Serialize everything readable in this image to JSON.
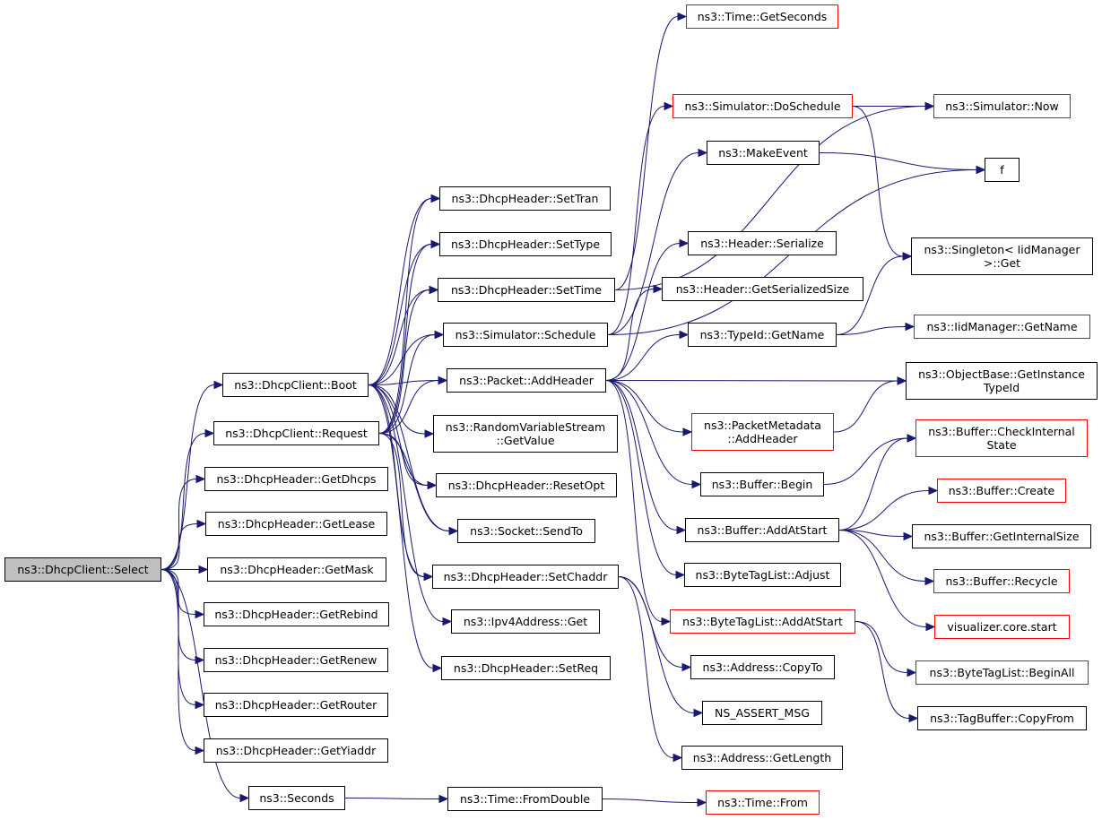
{
  "colors": {
    "edge": "#191970",
    "border": "#000000",
    "border_truncated": "#ff0000",
    "root_fill": "#bfbfbf"
  },
  "nodes": [
    {
      "id": "select",
      "label": "ns3::DhcpClient::Select"
    },
    {
      "id": "boot",
      "label": "ns3::DhcpClient::Boot"
    },
    {
      "id": "request",
      "label": "ns3::DhcpClient::Request"
    },
    {
      "id": "getdhcps",
      "label": "ns3::DhcpHeader::GetDhcps"
    },
    {
      "id": "getlease",
      "label": "ns3::DhcpHeader::GetLease"
    },
    {
      "id": "getmask",
      "label": "ns3::DhcpHeader::GetMask"
    },
    {
      "id": "getrebind",
      "label": "ns3::DhcpHeader::GetRebind"
    },
    {
      "id": "getrenew",
      "label": "ns3::DhcpHeader::GetRenew"
    },
    {
      "id": "getrouter",
      "label": "ns3::DhcpHeader::GetRouter"
    },
    {
      "id": "getyiaddr",
      "label": "ns3::DhcpHeader::GetYiaddr"
    },
    {
      "id": "seconds",
      "label": "ns3::Seconds"
    },
    {
      "id": "settran",
      "label": "ns3::DhcpHeader::SetTran"
    },
    {
      "id": "settype",
      "label": "ns3::DhcpHeader::SetType"
    },
    {
      "id": "settime",
      "label": "ns3::DhcpHeader::SetTime"
    },
    {
      "id": "schedule",
      "label": "ns3::Simulator::Schedule"
    },
    {
      "id": "addheader",
      "label": "ns3::Packet::AddHeader"
    },
    {
      "id": "rvsgetvalue",
      "label": "ns3::RandomVariableStream\n::GetValue"
    },
    {
      "id": "resetopt",
      "label": "ns3::DhcpHeader::ResetOpt"
    },
    {
      "id": "sendto",
      "label": "ns3::Socket::SendTo"
    },
    {
      "id": "setchaddr",
      "label": "ns3::DhcpHeader::SetChaddr"
    },
    {
      "id": "ipv4get",
      "label": "ns3::Ipv4Address::Get"
    },
    {
      "id": "setreq",
      "label": "ns3::DhcpHeader::SetReq"
    },
    {
      "id": "fromdouble",
      "label": "ns3::Time::FromDouble"
    },
    {
      "id": "timegetseconds",
      "label": "ns3::Time::GetSeconds"
    },
    {
      "id": "doschedule",
      "label": "ns3::Simulator::DoSchedule"
    },
    {
      "id": "makeevent",
      "label": "ns3::MakeEvent"
    },
    {
      "id": "hserialize",
      "label": "ns3::Header::Serialize"
    },
    {
      "id": "hgetsersize",
      "label": "ns3::Header::GetSerializedSize"
    },
    {
      "id": "typeidgetname",
      "label": "ns3::TypeId::GetName"
    },
    {
      "id": "pmaddheader",
      "label": "ns3::PacketMetadata\n::AddHeader"
    },
    {
      "id": "bufbegin",
      "label": "ns3::Buffer::Begin"
    },
    {
      "id": "bufaddatstart",
      "label": "ns3::Buffer::AddAtStart"
    },
    {
      "id": "btladjust",
      "label": "ns3::ByteTagList::Adjust"
    },
    {
      "id": "btladdatstart",
      "label": "ns3::ByteTagList::AddAtStart"
    },
    {
      "id": "addrcopyto",
      "label": "ns3::Address::CopyTo"
    },
    {
      "id": "nsassert",
      "label": "NS_ASSERT_MSG"
    },
    {
      "id": "addrgetlen",
      "label": "ns3::Address::GetLength"
    },
    {
      "id": "timefrom",
      "label": "ns3::Time::From"
    },
    {
      "id": "simnow",
      "label": "ns3::Simulator::Now"
    },
    {
      "id": "f",
      "label": "f"
    },
    {
      "id": "singleton",
      "label": "ns3::Singleton< IidManager\n>::Get"
    },
    {
      "id": "iidgetname",
      "label": "ns3::IidManager::GetName"
    },
    {
      "id": "objgetinst",
      "label": "ns3::ObjectBase::GetInstance\nTypeId"
    },
    {
      "id": "bufcheck",
      "label": "ns3::Buffer::CheckInternal\nState"
    },
    {
      "id": "bufcreate",
      "label": "ns3::Buffer::Create"
    },
    {
      "id": "bufgetinternal",
      "label": "ns3::Buffer::GetInternalSize"
    },
    {
      "id": "bufrecycle",
      "label": "ns3::Buffer::Recycle"
    },
    {
      "id": "visstart",
      "label": "visualizer.core.start"
    },
    {
      "id": "btlbeginall",
      "label": "ns3::ByteTagList::BeginAll"
    },
    {
      "id": "tagcopyfrom",
      "label": "ns3::TagBuffer::CopyFrom"
    }
  ],
  "edges": [
    [
      "select",
      "boot"
    ],
    [
      "select",
      "request"
    ],
    [
      "select",
      "getdhcps"
    ],
    [
      "select",
      "getlease"
    ],
    [
      "select",
      "getmask"
    ],
    [
      "select",
      "getrebind"
    ],
    [
      "select",
      "getrenew"
    ],
    [
      "select",
      "getrouter"
    ],
    [
      "select",
      "getyiaddr"
    ],
    [
      "select",
      "seconds"
    ],
    [
      "boot",
      "settran"
    ],
    [
      "boot",
      "settype"
    ],
    [
      "boot",
      "settime"
    ],
    [
      "boot",
      "schedule"
    ],
    [
      "boot",
      "addheader"
    ],
    [
      "boot",
      "rvsgetvalue"
    ],
    [
      "boot",
      "resetopt"
    ],
    [
      "boot",
      "sendto"
    ],
    [
      "boot",
      "setchaddr"
    ],
    [
      "boot",
      "ipv4get"
    ],
    [
      "boot",
      "setreq"
    ],
    [
      "request",
      "settran"
    ],
    [
      "request",
      "settype"
    ],
    [
      "request",
      "settime"
    ],
    [
      "request",
      "schedule"
    ],
    [
      "request",
      "addheader"
    ],
    [
      "request",
      "resetopt"
    ],
    [
      "request",
      "sendto"
    ],
    [
      "request",
      "setchaddr"
    ],
    [
      "seconds",
      "fromdouble"
    ],
    [
      "fromdouble",
      "timefrom"
    ],
    [
      "settime",
      "timegetseconds"
    ],
    [
      "settime",
      "simnow"
    ],
    [
      "schedule",
      "doschedule"
    ],
    [
      "schedule",
      "makeevent"
    ],
    [
      "schedule",
      "f"
    ],
    [
      "doschedule",
      "simnow"
    ],
    [
      "doschedule",
      "singleton"
    ],
    [
      "makeevent",
      "f"
    ],
    [
      "addheader",
      "hserialize"
    ],
    [
      "addheader",
      "hgetsersize"
    ],
    [
      "addheader",
      "typeidgetname"
    ],
    [
      "addheader",
      "objgetinst"
    ],
    [
      "addheader",
      "pmaddheader"
    ],
    [
      "addheader",
      "bufbegin"
    ],
    [
      "addheader",
      "bufaddatstart"
    ],
    [
      "addheader",
      "btladjust"
    ],
    [
      "addheader",
      "btladdatstart"
    ],
    [
      "typeidgetname",
      "singleton"
    ],
    [
      "typeidgetname",
      "iidgetname"
    ],
    [
      "pmaddheader",
      "objgetinst"
    ],
    [
      "bufbegin",
      "bufcheck"
    ],
    [
      "bufaddatstart",
      "bufcheck"
    ],
    [
      "bufaddatstart",
      "bufcreate"
    ],
    [
      "bufaddatstart",
      "bufgetinternal"
    ],
    [
      "bufaddatstart",
      "bufrecycle"
    ],
    [
      "bufaddatstart",
      "visstart"
    ],
    [
      "btladdatstart",
      "btlbeginall"
    ],
    [
      "btladdatstart",
      "tagcopyfrom"
    ],
    [
      "setchaddr",
      "addrcopyto"
    ],
    [
      "setchaddr",
      "nsassert"
    ],
    [
      "setchaddr",
      "addrgetlen"
    ]
  ]
}
